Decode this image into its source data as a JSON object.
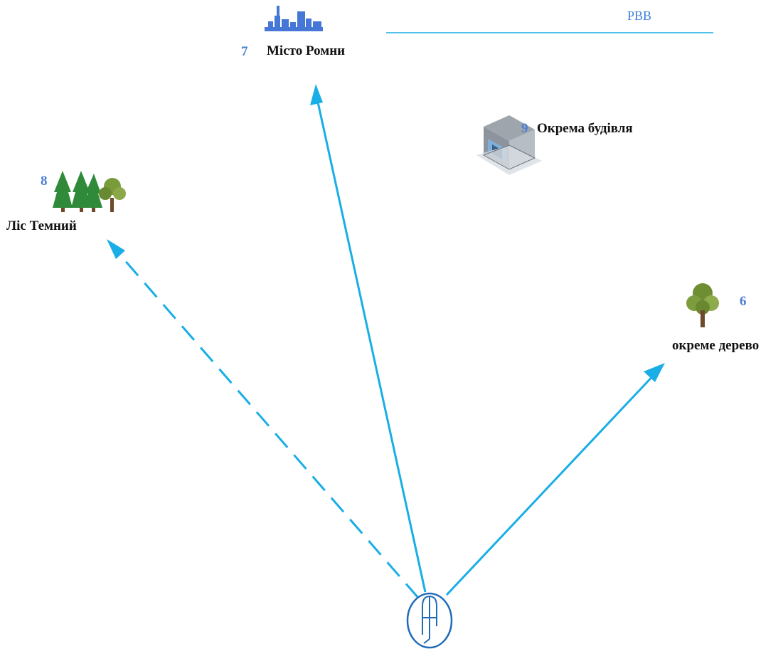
{
  "header": {
    "rvv_label": "РВВ"
  },
  "objects": {
    "city": {
      "number": "7",
      "label": "Місто Ромни",
      "icon": "city-icon"
    },
    "forest": {
      "number": "8",
      "label": "Ліс Темний",
      "icon": "forest-icon"
    },
    "building": {
      "number": "9",
      "label": "Окрема будівля",
      "icon": "building-icon"
    },
    "tree": {
      "number": "6",
      "label": "окреме дерево",
      "icon": "tree-icon"
    }
  },
  "observer": {
    "icon": "observer-post-icon"
  },
  "colors": {
    "arrow": "#19aee6",
    "number": "#4a7fd1",
    "label": "#111111",
    "city": "#4677d6"
  }
}
